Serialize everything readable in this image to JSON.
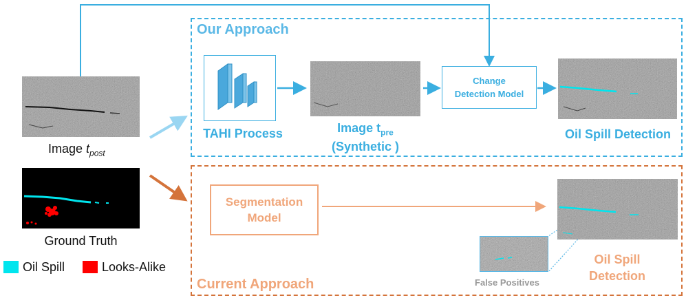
{
  "panels": {
    "our_title": "Our Approach",
    "current_title": "Current Approach"
  },
  "labels": {
    "image_post": "Image ",
    "image_post_t": "t",
    "image_post_sub": "post",
    "ground_truth": "Ground Truth",
    "tahi": "TAHI Process",
    "image_pre": "Image t",
    "image_pre_sub": "pre",
    "synthetic": "(Synthetic )",
    "oil_spill_detection_our": "Oil Spill Detection",
    "oil_spill_detection_cur_1": "Oil Spill",
    "oil_spill_detection_cur_2": "Detection",
    "false_positives": "False Positives"
  },
  "boxes": {
    "change_detection_1": "Change",
    "change_detection_2": "Detection Model",
    "segmentation_1": "Segmentation",
    "segmentation_2": "Model"
  },
  "legend": [
    {
      "label": "Oil Spill",
      "color": "#00e5ee"
    },
    {
      "label": "Looks-Alike",
      "color": "#ff0000"
    }
  ],
  "colors": {
    "our_accent": "#3aaee0",
    "current_accent": "#d4733a",
    "current_text": "#f0a67a",
    "oil_spill": "#00e5ee",
    "looks_alike": "#ff0000"
  }
}
